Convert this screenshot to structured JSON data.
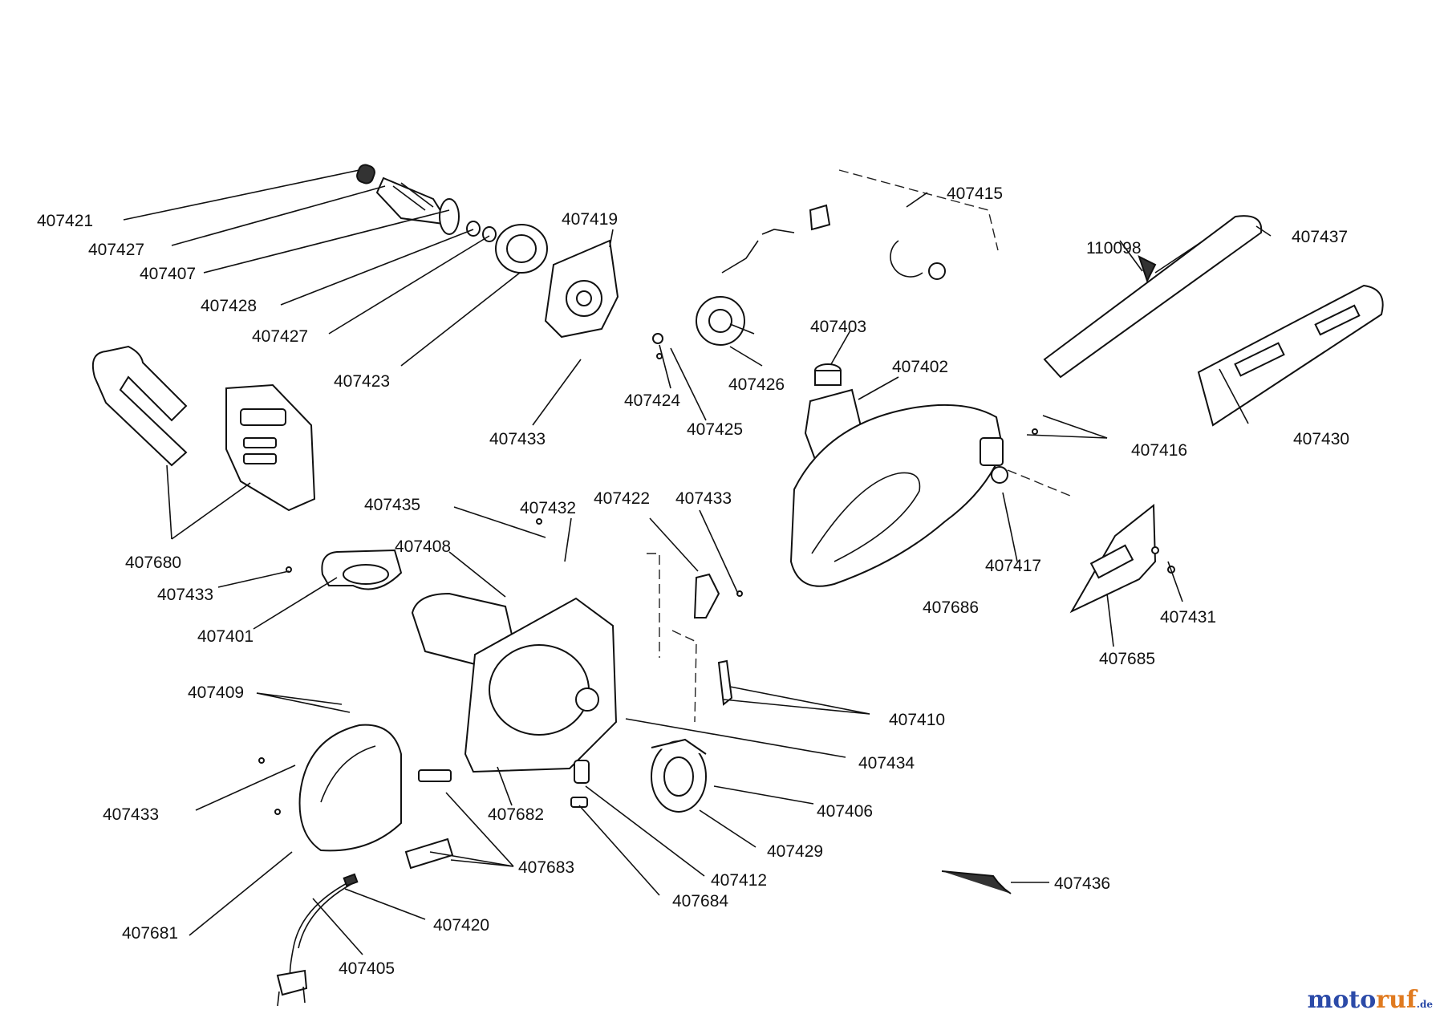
{
  "parts": [
    {
      "id": "p407421",
      "number": "407421"
    },
    {
      "id": "p407427a",
      "number": "407427"
    },
    {
      "id": "p407407",
      "number": "407407"
    },
    {
      "id": "p407428",
      "number": "407428"
    },
    {
      "id": "p407427b",
      "number": "407427"
    },
    {
      "id": "p407423",
      "number": "407423"
    },
    {
      "id": "p407419",
      "number": "407419"
    },
    {
      "id": "p407415",
      "number": "407415"
    },
    {
      "id": "p110098",
      "number": "110098"
    },
    {
      "id": "p407437",
      "number": "407437"
    },
    {
      "id": "p407403",
      "number": "407403"
    },
    {
      "id": "p407402",
      "number": "407402"
    },
    {
      "id": "p407426",
      "number": "407426"
    },
    {
      "id": "p407424",
      "number": "407424"
    },
    {
      "id": "p407425",
      "number": "407425"
    },
    {
      "id": "p407433a",
      "number": "407433"
    },
    {
      "id": "p407430",
      "number": "407430"
    },
    {
      "id": "p407416",
      "number": "407416"
    },
    {
      "id": "p407680",
      "number": "407680"
    },
    {
      "id": "p407435",
      "number": "407435"
    },
    {
      "id": "p407432",
      "number": "407432"
    },
    {
      "id": "p407422",
      "number": "407422"
    },
    {
      "id": "p407433b",
      "number": "407433"
    },
    {
      "id": "p407408",
      "number": "407408"
    },
    {
      "id": "p407433c",
      "number": "407433"
    },
    {
      "id": "p407401",
      "number": "407401"
    },
    {
      "id": "p407417",
      "number": "407417"
    },
    {
      "id": "p407686",
      "number": "407686"
    },
    {
      "id": "p407431",
      "number": "407431"
    },
    {
      "id": "p407685",
      "number": "407685"
    },
    {
      "id": "p407409",
      "number": "407409"
    },
    {
      "id": "p407410",
      "number": "407410"
    },
    {
      "id": "p407434",
      "number": "407434"
    },
    {
      "id": "p407406",
      "number": "407406"
    },
    {
      "id": "p407433d",
      "number": "407433"
    },
    {
      "id": "p407682",
      "number": "407682"
    },
    {
      "id": "p407429",
      "number": "407429"
    },
    {
      "id": "p407683",
      "number": "407683"
    },
    {
      "id": "p407412",
      "number": "407412"
    },
    {
      "id": "p407684",
      "number": "407684"
    },
    {
      "id": "p407436",
      "number": "407436"
    },
    {
      "id": "p407681",
      "number": "407681"
    },
    {
      "id": "p407420",
      "number": "407420"
    },
    {
      "id": "p407405",
      "number": "407405"
    }
  ],
  "watermark": {
    "part1": "moto",
    "part2": "ruf",
    "part3": ".de"
  },
  "colors": {
    "ink": "#111111",
    "logo_blue": "#2b4aa8",
    "logo_orange": "#e07a1f"
  }
}
